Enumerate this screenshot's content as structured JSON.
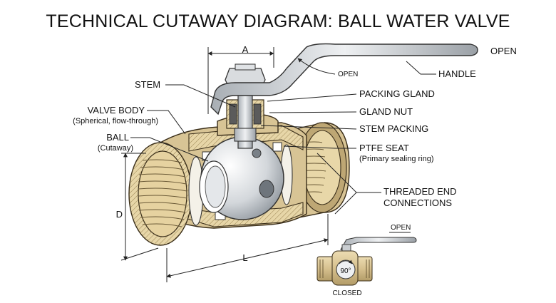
{
  "title": "TECHNICAL CUTAWAY DIAGRAM: BALL WATER VALVE",
  "labels": {
    "open_handle_end": "OPEN",
    "open_arrow": "OPEN",
    "handle": "HANDLE",
    "stem": "STEM",
    "packing_gland": "PACKING GLAND",
    "gland_nut": "GLAND NUT",
    "stem_packing": "STEM PACKING",
    "valve_body": "VALVE BODY",
    "valve_body_sub": "(Spherical, flow-through)",
    "ball": "BALL",
    "ball_sub": "(Cutaway)",
    "ptfe_seat": "PTFE SEAT",
    "ptfe_seat_sub": "(Primary sealing ring)",
    "threaded_end_line1": "THREADED END",
    "threaded_end_line2": "CONNECTIONS"
  },
  "dimensions": {
    "a": "A",
    "d": "D",
    "l": "L"
  },
  "inset": {
    "open": "OPEN",
    "closed": "CLOSED",
    "angle": "90°"
  },
  "colors": {
    "brass": "#d8c495",
    "steel": "#d9dcdf"
  }
}
